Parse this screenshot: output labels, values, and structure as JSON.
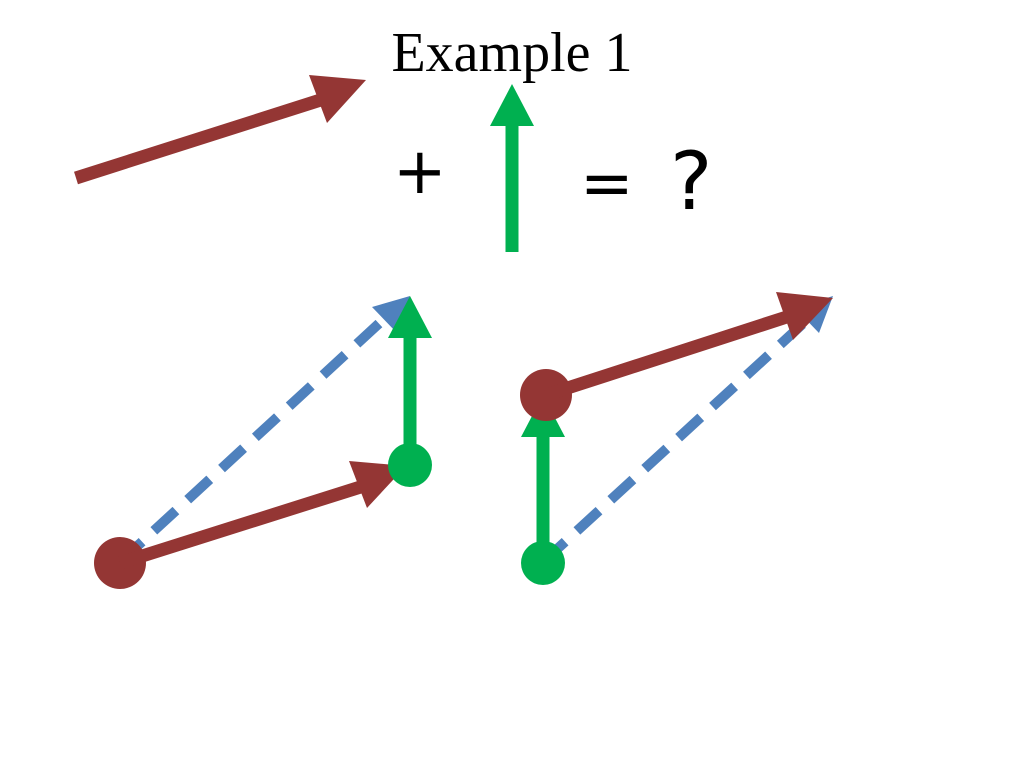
{
  "slide": {
    "title": "Example 1",
    "plus_symbol": "+",
    "equals_symbol": "=",
    "question_symbol": "?"
  },
  "colors": {
    "vector_a": "#943634",
    "vector_b": "#00b050",
    "resultant": "#4f81bd",
    "text": "#000000",
    "background": "#ffffff"
  },
  "vectors": {
    "a": {
      "name": "red-vector",
      "style": "solid",
      "tail_marker": "dot"
    },
    "b": {
      "name": "green-vector",
      "style": "solid",
      "tail_marker": "dot"
    },
    "resultant": {
      "name": "blue-resultant",
      "style": "dashed"
    }
  }
}
